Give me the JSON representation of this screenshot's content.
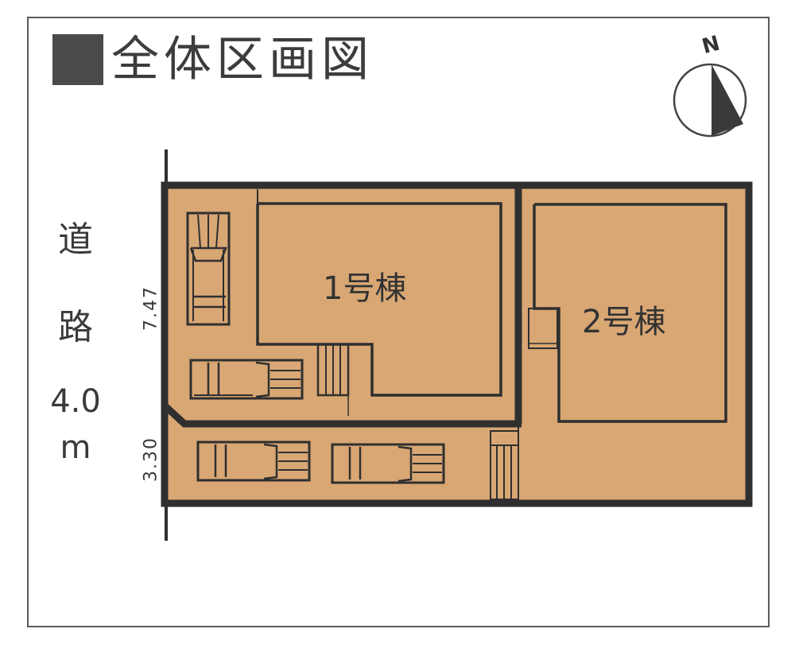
{
  "title": {
    "text": "全体区画図"
  },
  "compass": {
    "north_label": "N"
  },
  "road": {
    "chars": [
      "道",
      "路",
      "4.0",
      "m"
    ],
    "label": "道路4.0m"
  },
  "dimensions": {
    "upper_frontage": "7.47",
    "lower_frontage": "3.30"
  },
  "buildings": [
    {
      "id": 1,
      "label": "1号棟"
    },
    {
      "id": 2,
      "label": "2号棟"
    }
  ],
  "parking": {
    "spaces": 4
  },
  "colors": {
    "lot_fill": "#D9A774",
    "line": "#2f2f2f",
    "background": "#ffffff"
  }
}
